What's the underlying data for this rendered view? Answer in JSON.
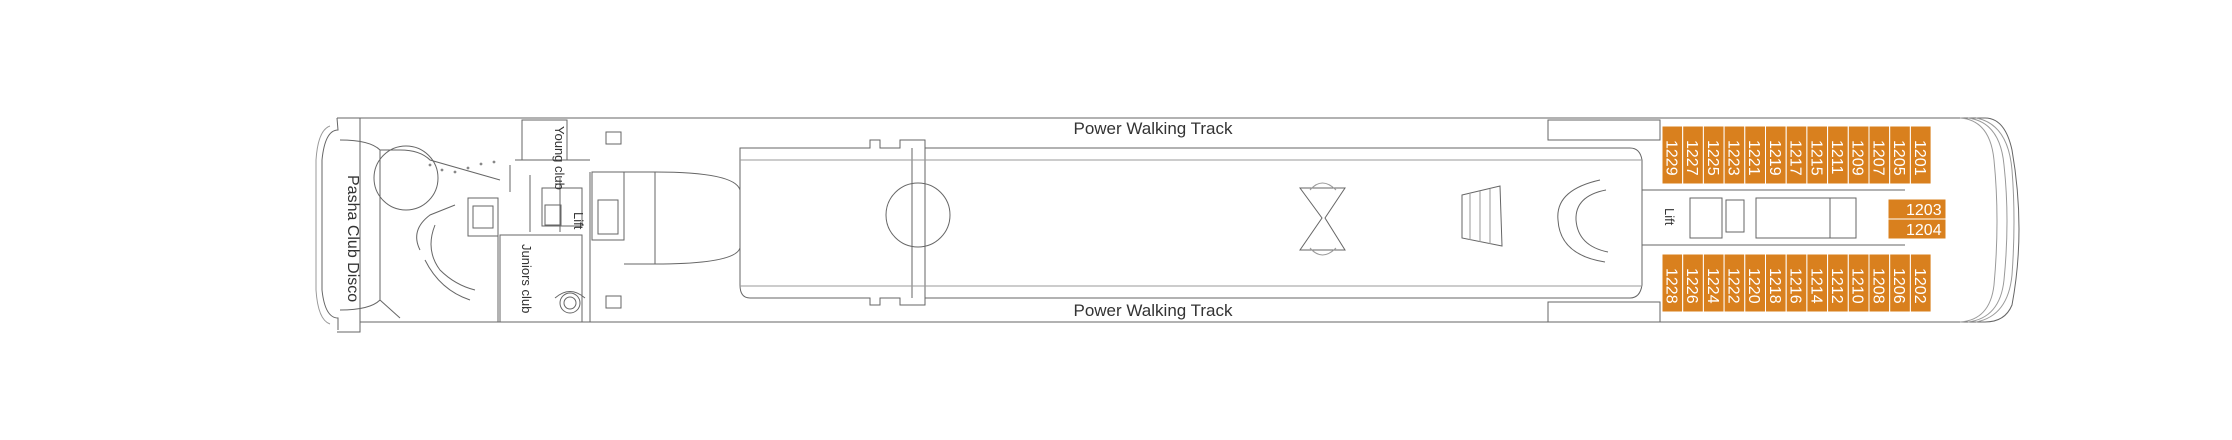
{
  "labels": {
    "track_top": "Power Walking Track",
    "track_bottom": "Power Walking Track",
    "disco": "Pasha Club Disco",
    "young_club": "Young club",
    "juniors_club": "Juniors club",
    "lift_fore": "Lift",
    "lift_aft": "Lift"
  },
  "cabins": {
    "top_row": [
      "1229",
      "1227",
      "1225",
      "1223",
      "1221",
      "1219",
      "1217",
      "1215",
      "1211",
      "1209",
      "1207",
      "1205",
      "1201"
    ],
    "bottom_row": [
      "1228",
      "1226",
      "1224",
      "1222",
      "1220",
      "1218",
      "1216",
      "1214",
      "1212",
      "1210",
      "1208",
      "1206",
      "1202"
    ],
    "middle": [
      "1203",
      "1204"
    ]
  },
  "colors": {
    "cabin_fill": "#d9801e",
    "line": "#666666"
  }
}
